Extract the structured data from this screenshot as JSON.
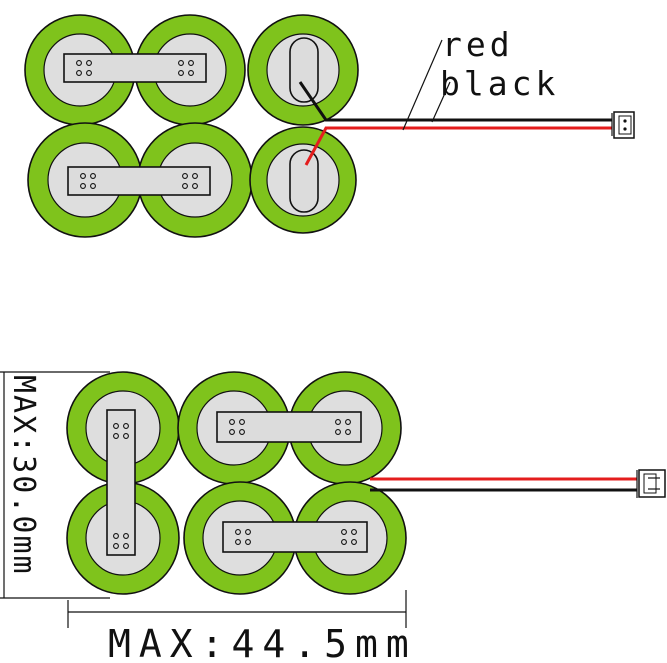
{
  "labels": {
    "red": "red",
    "black": "black",
    "height_dim": "MAX:30.0mm",
    "width_dim": "MAX:44.5mm"
  },
  "colors": {
    "cell_green": "#7fc31c",
    "cell_face": "#dedede",
    "wire_red": "#e41d1d",
    "wire_black": "#111111"
  }
}
